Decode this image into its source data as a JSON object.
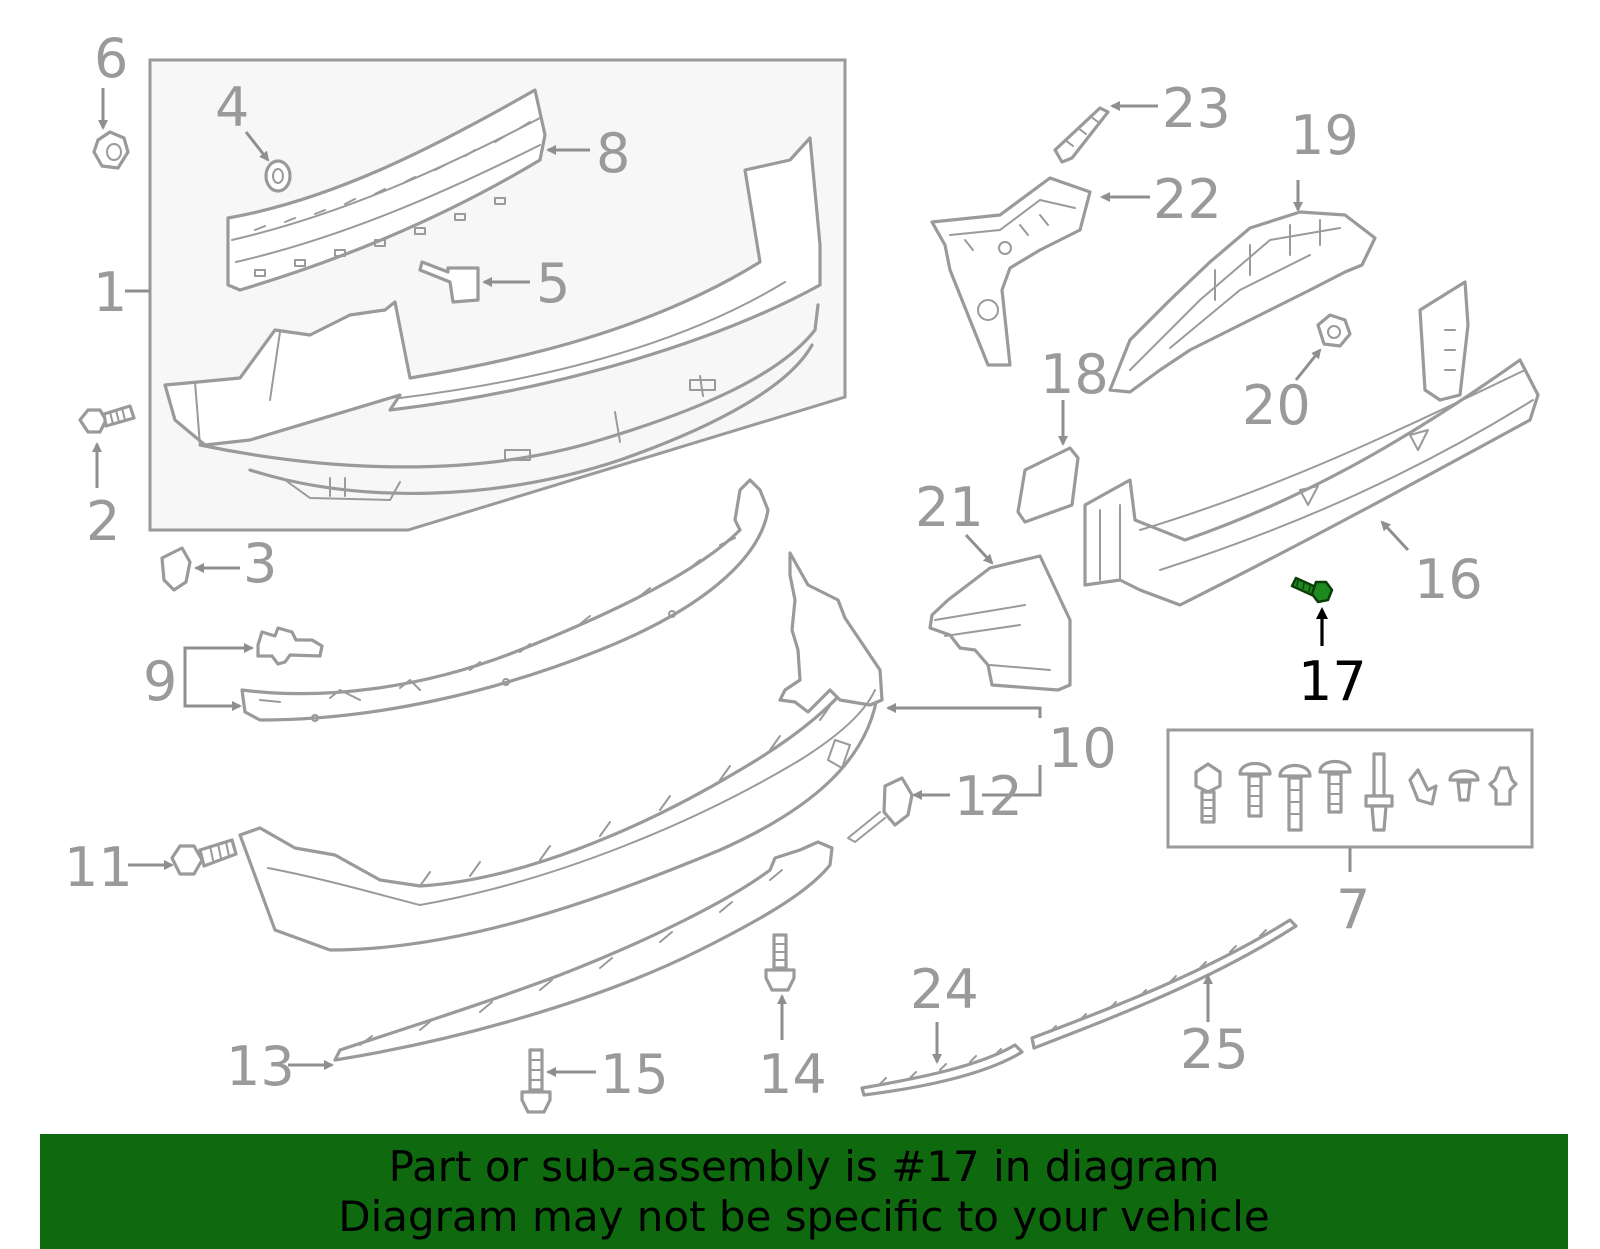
{
  "callouts": {
    "c1": "1",
    "c2": "2",
    "c3": "3",
    "c4": "4",
    "c5": "5",
    "c6": "6",
    "c7": "7",
    "c8": "8",
    "c9": "9",
    "c10": "10",
    "c11": "11",
    "c12": "12",
    "c13": "13",
    "c14": "14",
    "c15": "15",
    "c16": "16",
    "c17": "17",
    "c18": "18",
    "c19": "19",
    "c20": "20",
    "c21": "21",
    "c22": "22",
    "c23": "23",
    "c24": "24",
    "c25": "25"
  },
  "highlight": {
    "part": "17",
    "color": "#1e8a1e"
  },
  "colors": {
    "line": "#9a9a9a",
    "banner": "#0f6a0f",
    "banner_text": "#000000"
  },
  "banner": {
    "line1": "Part or sub-assembly is #17 in diagram",
    "line2": "Diagram may not be specific to your vehicle"
  }
}
